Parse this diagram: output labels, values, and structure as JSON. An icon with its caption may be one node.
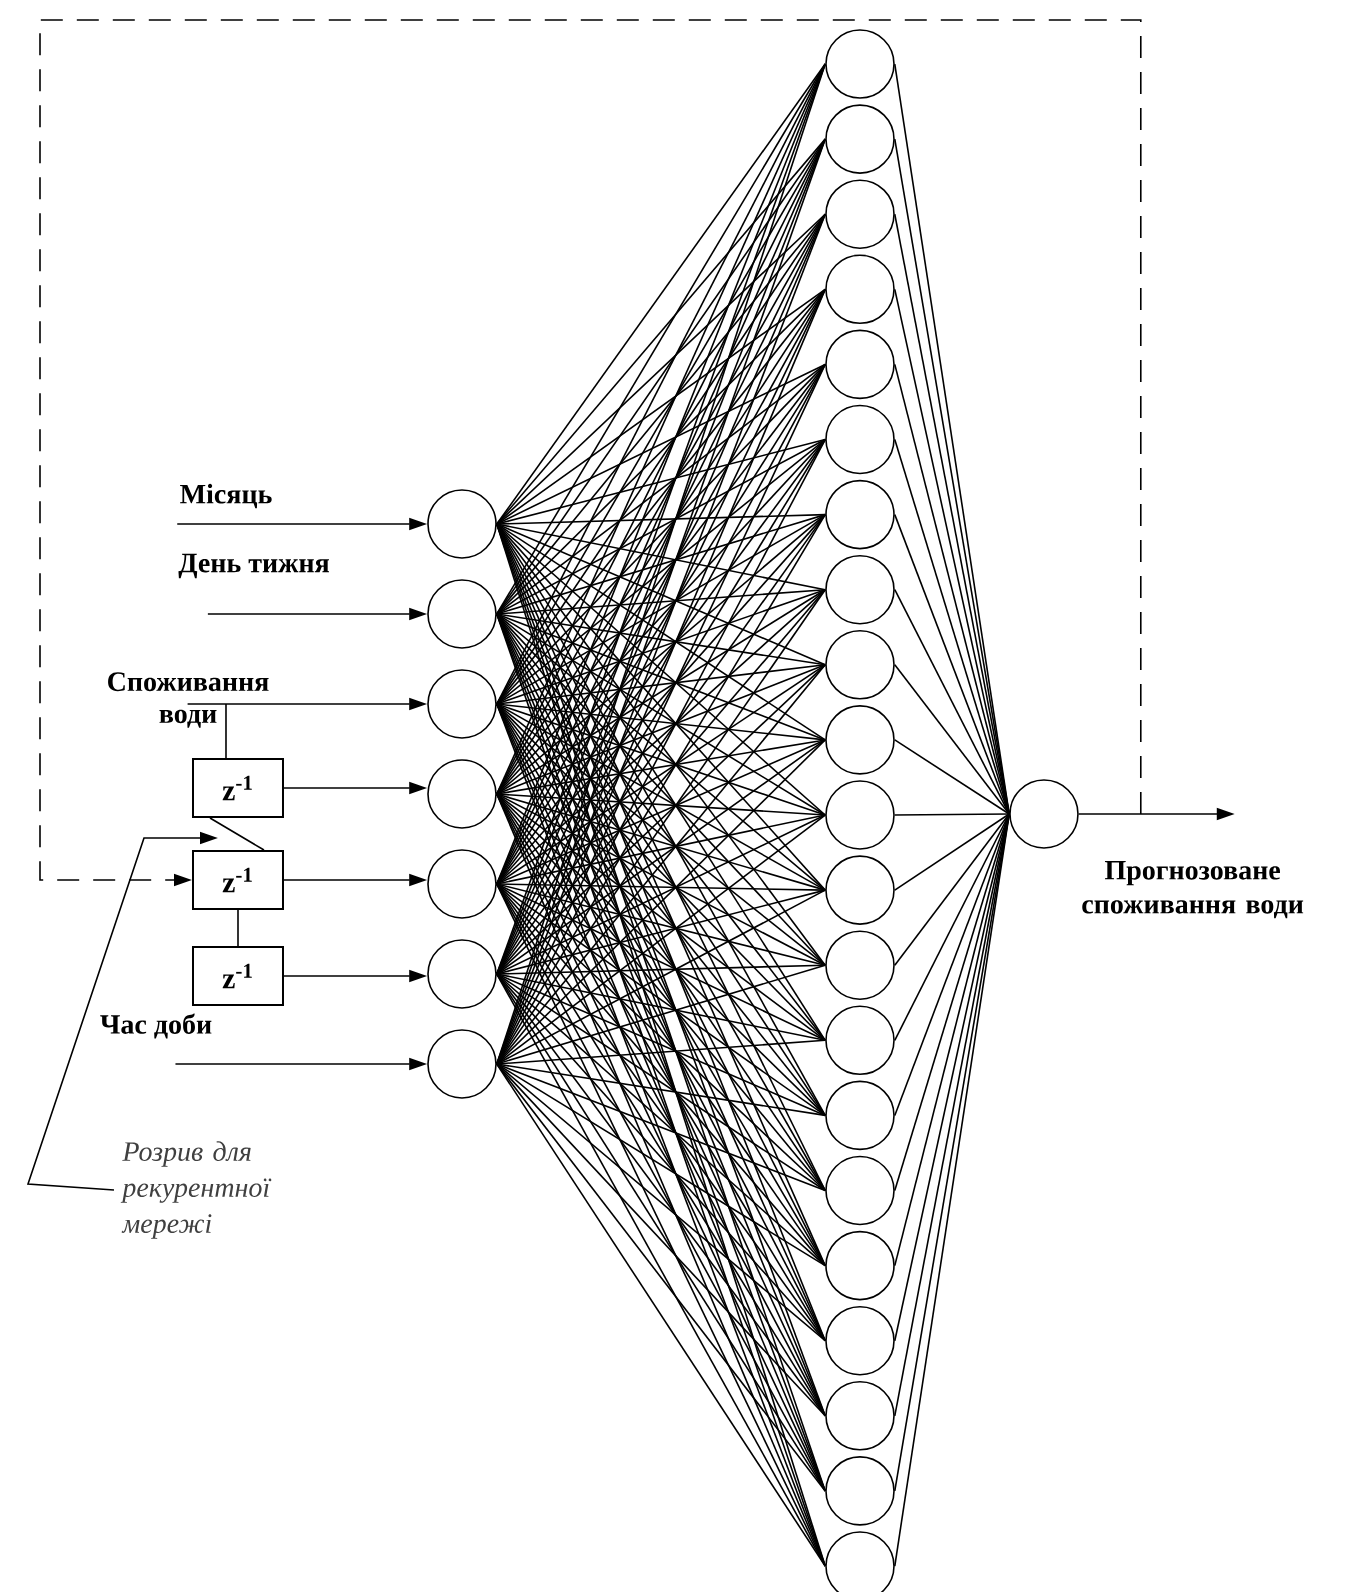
{
  "diagram": {
    "nodes": [
      {
        "text": [
          "Місяць"
        ]
      },
      {
        "text": [
          "День тижня"
        ]
      },
      {
        "text": [
          "Споживання води"
        ]
      },
      {
        "text": [
          "Час доби"
        ]
      },
      {
        "text": [
          "z$^{-1}$"
        ]
      },
      {
        "text": [
          "z$^{-1}$"
        ]
      },
      {
        "text": [
          "z$^{-1}$"
        ]
      },
      {
        "text": [],
        "shape": "circle"
      },
      {
        "text": [],
        "shape": "circle"
      },
      {
        "text": [],
        "shape": "circle"
      },
      {
        "text": [],
        "shape": "circle"
      },
      {
        "text": [],
        "shape": "circle"
      },
      {
        "text": [],
        "shape": "circle"
      },
      {
        "text": [],
        "shape": "circle"
      },
      {
        "text": [],
        "shape": "circle"
      },
      {
        "text": [],
        "shape": "circle"
      },
      {
        "text": [],
        "shape": "circle"
      },
      {
        "text": [],
        "shape": "circle"
      },
      {
        "text": [],
        "shape": "circle"
      },
      {
        "text": [],
        "shape": "circle"
      },
      {
        "text": [],
        "shape": "circle"
      },
      {
        "text": [],
        "shape": "circle"
      },
      {
        "text": [],
        "shape": "circle"
      },
      {
        "text": [],
        "shape": "circle"
      },
      {
        "text": [],
        "shape": "circle"
      },
      {
        "text": [],
        "shape": "circle"
      },
      {
        "text": [],
        "shape": "circle"
      },
      {
        "text": [],
        "shape": "circle"
      },
      {
        "text": [],
        "shape": "circle"
      },
      {
        "text": [],
        "shape": "circle"
      },
      {
        "text": [],
        "shape": "circle"
      },
      {
        "text": [],
        "shape": "circle"
      },
      {
        "text": [],
        "shape": "circle"
      },
      {
        "text": [],
        "shape": "circle"
      },
      {
        "text": [],
        "shape": "circle"
      },
      {
        "text": [],
        "shape": "circle",
        "beside": [
          "Прогнозоване споживання води"
        ]
      },
      {
        "text": [
          "Розрив для рекурентної мережі"
        ]
      }
    ],
    "edges": [
      {
        "from": 0,
        "to": 7,
        "arrow": "to"
      },
      {
        "from": 1,
        "to": 8,
        "arrow": "to"
      },
      {
        "from": 2,
        "to": 9,
        "arrow": "to"
      },
      {
        "from": 2,
        "to": 4,
        "arrow": "none"
      },
      {
        "from": 4,
        "to": 10,
        "arrow": "to"
      },
      {
        "from": 4,
        "to": 5,
        "arrow": "none"
      },
      {
        "from": 5,
        "to": 11,
        "arrow": "to"
      },
      {
        "from": 5,
        "to": 6,
        "arrow": "none"
      },
      {
        "from": 6,
        "to": 12,
        "arrow": "to"
      },
      {
        "from": 3,
        "to": 13,
        "arrow": "to"
      },
      {
        "from": 35,
        "to": null,
        "arrow": "to"
      },
      {
        "from": 35,
        "to": 5,
        "arrow": "to",
        "style": "dashed"
      },
      {
        "from": 36,
        "to": 5,
        "arrow": "to"
      },
      {
        "from": 7,
        "to": 14,
        "arrow": "none"
      },
      {
        "from": 7,
        "to": 15,
        "arrow": "none"
      },
      {
        "from": 7,
        "to": 16,
        "arrow": "none"
      },
      {
        "from": 7,
        "to": 17,
        "arrow": "none"
      },
      {
        "from": 7,
        "to": 18,
        "arrow": "none"
      },
      {
        "from": 7,
        "to": 19,
        "arrow": "none"
      },
      {
        "from": 7,
        "to": 20,
        "arrow": "none"
      },
      {
        "from": 7,
        "to": 21,
        "arrow": "none"
      },
      {
        "from": 7,
        "to": 22,
        "arrow": "none"
      },
      {
        "from": 7,
        "to": 23,
        "arrow": "none"
      },
      {
        "from": 7,
        "to": 24,
        "arrow": "none"
      },
      {
        "from": 7,
        "to": 25,
        "arrow": "none"
      },
      {
        "from": 7,
        "to": 26,
        "arrow": "none"
      },
      {
        "from": 7,
        "to": 27,
        "arrow": "none"
      },
      {
        "from": 7,
        "to": 28,
        "arrow": "none"
      },
      {
        "from": 7,
        "to": 29,
        "arrow": "none"
      },
      {
        "from": 7,
        "to": 30,
        "arrow": "none"
      },
      {
        "from": 7,
        "to": 31,
        "arrow": "none"
      },
      {
        "from": 7,
        "to": 32,
        "arrow": "none"
      },
      {
        "from": 7,
        "to": 33,
        "arrow": "none"
      },
      {
        "from": 7,
        "to": 34,
        "arrow": "none"
      },
      {
        "from": 8,
        "to": 14,
        "arrow": "none"
      },
      {
        "from": 8,
        "to": 15,
        "arrow": "none"
      },
      {
        "from": 8,
        "to": 16,
        "arrow": "none"
      },
      {
        "from": 8,
        "to": 17,
        "arrow": "none"
      },
      {
        "from": 8,
        "to": 18,
        "arrow": "none"
      },
      {
        "from": 8,
        "to": 19,
        "arrow": "none"
      },
      {
        "from": 8,
        "to": 20,
        "arrow": "none"
      },
      {
        "from": 8,
        "to": 21,
        "arrow": "none"
      },
      {
        "from": 8,
        "to": 22,
        "arrow": "none"
      },
      {
        "from": 8,
        "to": 23,
        "arrow": "none"
      },
      {
        "from": 8,
        "to": 24,
        "arrow": "none"
      },
      {
        "from": 8,
        "to": 25,
        "arrow": "none"
      },
      {
        "from": 8,
        "to": 26,
        "arrow": "none"
      },
      {
        "from": 8,
        "to": 27,
        "arrow": "none"
      },
      {
        "from": 8,
        "to": 28,
        "arrow": "none"
      },
      {
        "from": 8,
        "to": 29,
        "arrow": "none"
      },
      {
        "from": 8,
        "to": 30,
        "arrow": "none"
      },
      {
        "from": 8,
        "to": 31,
        "arrow": "none"
      },
      {
        "from": 8,
        "to": 32,
        "arrow": "none"
      },
      {
        "from": 8,
        "to": 33,
        "arrow": "none"
      },
      {
        "from": 8,
        "to": 34,
        "arrow": "none"
      },
      {
        "from": 9,
        "to": 14,
        "arrow": "none"
      },
      {
        "from": 9,
        "to": 15,
        "arrow": "none"
      },
      {
        "from": 9,
        "to": 16,
        "arrow": "none"
      },
      {
        "from": 9,
        "to": 17,
        "arrow": "none"
      },
      {
        "from": 9,
        "to": 18,
        "arrow": "none"
      },
      {
        "from": 9,
        "to": 19,
        "arrow": "none"
      },
      {
        "from": 9,
        "to": 20,
        "arrow": "none"
      },
      {
        "from": 9,
        "to": 21,
        "arrow": "none"
      },
      {
        "from": 9,
        "to": 22,
        "arrow": "none"
      },
      {
        "from": 9,
        "to": 23,
        "arrow": "none"
      },
      {
        "from": 9,
        "to": 24,
        "arrow": "none"
      },
      {
        "from": 9,
        "to": 25,
        "arrow": "none"
      },
      {
        "from": 9,
        "to": 26,
        "arrow": "none"
      },
      {
        "from": 9,
        "to": 27,
        "arrow": "none"
      },
      {
        "from": 9,
        "to": 28,
        "arrow": "none"
      },
      {
        "from": 9,
        "to": 29,
        "arrow": "none"
      },
      {
        "from": 9,
        "to": 30,
        "arrow": "none"
      },
      {
        "from": 9,
        "to": 31,
        "arrow": "none"
      },
      {
        "from": 9,
        "to": 32,
        "arrow": "none"
      },
      {
        "from": 9,
        "to": 33,
        "arrow": "none"
      },
      {
        "from": 9,
        "to": 34,
        "arrow": "none"
      },
      {
        "from": 10,
        "to": 14,
        "arrow": "none"
      },
      {
        "from": 10,
        "to": 15,
        "arrow": "none"
      },
      {
        "from": 10,
        "to": 16,
        "arrow": "none"
      },
      {
        "from": 10,
        "to": 17,
        "arrow": "none"
      },
      {
        "from": 10,
        "to": 18,
        "arrow": "none"
      },
      {
        "from": 10,
        "to": 19,
        "arrow": "none"
      },
      {
        "from": 10,
        "to": 20,
        "arrow": "none"
      },
      {
        "from": 10,
        "to": 21,
        "arrow": "none"
      },
      {
        "from": 10,
        "to": 22,
        "arrow": "none"
      },
      {
        "from": 10,
        "to": 23,
        "arrow": "none"
      },
      {
        "from": 10,
        "to": 24,
        "arrow": "none"
      },
      {
        "from": 10,
        "to": 25,
        "arrow": "none"
      },
      {
        "from": 10,
        "to": 26,
        "arrow": "none"
      },
      {
        "from": 10,
        "to": 27,
        "arrow": "none"
      },
      {
        "from": 10,
        "to": 28,
        "arrow": "none"
      },
      {
        "from": 10,
        "to": 29,
        "arrow": "none"
      },
      {
        "from": 10,
        "to": 30,
        "arrow": "none"
      },
      {
        "from": 10,
        "to": 31,
        "arrow": "none"
      },
      {
        "from": 10,
        "to": 32,
        "arrow": "none"
      },
      {
        "from": 10,
        "to": 33,
        "arrow": "none"
      },
      {
        "from": 10,
        "to": 34,
        "arrow": "none"
      },
      {
        "from": 11,
        "to": 14,
        "arrow": "none"
      },
      {
        "from": 11,
        "to": 15,
        "arrow": "none"
      },
      {
        "from": 11,
        "to": 16,
        "arrow": "none"
      },
      {
        "from": 11,
        "to": 17,
        "arrow": "none"
      },
      {
        "from": 11,
        "to": 18,
        "arrow": "none"
      },
      {
        "from": 11,
        "to": 19,
        "arrow": "none"
      },
      {
        "from": 11,
        "to": 20,
        "arrow": "none"
      },
      {
        "from": 11,
        "to": 21,
        "arrow": "none"
      },
      {
        "from": 11,
        "to": 22,
        "arrow": "none"
      },
      {
        "from": 11,
        "to": 23,
        "arrow": "none"
      },
      {
        "from": 11,
        "to": 24,
        "arrow": "none"
      },
      {
        "from": 11,
        "to": 25,
        "arrow": "none"
      },
      {
        "from": 11,
        "to": 26,
        "arrow": "none"
      },
      {
        "from": 11,
        "to": 27,
        "arrow": "none"
      },
      {
        "from": 11,
        "to": 28,
        "arrow": "none"
      },
      {
        "from": 11,
        "to": 29,
        "arrow": "none"
      },
      {
        "from": 11,
        "to": 30,
        "arrow": "none"
      },
      {
        "from": 11,
        "to": 31,
        "arrow": "none"
      },
      {
        "from": 11,
        "to": 32,
        "arrow": "none"
      },
      {
        "from": 11,
        "to": 33,
        "arrow": "none"
      },
      {
        "from": 11,
        "to": 34,
        "arrow": "none"
      },
      {
        "from": 12,
        "to": 14,
        "arrow": "none"
      },
      {
        "from": 12,
        "to": 15,
        "arrow": "none"
      },
      {
        "from": 12,
        "to": 16,
        "arrow": "none"
      },
      {
        "from": 12,
        "to": 17,
        "arrow": "none"
      },
      {
        "from": 12,
        "to": 18,
        "arrow": "none"
      },
      {
        "from": 12,
        "to": 19,
        "arrow": "none"
      },
      {
        "from": 12,
        "to": 20,
        "arrow": "none"
      },
      {
        "from": 12,
        "to": 21,
        "arrow": "none"
      },
      {
        "from": 12,
        "to": 22,
        "arrow": "none"
      },
      {
        "from": 12,
        "to": 23,
        "arrow": "none"
      },
      {
        "from": 12,
        "to": 24,
        "arrow": "none"
      },
      {
        "from": 12,
        "to": 25,
        "arrow": "none"
      },
      {
        "from": 12,
        "to": 26,
        "arrow": "none"
      },
      {
        "from": 12,
        "to": 27,
        "arrow": "none"
      },
      {
        "from": 12,
        "to": 28,
        "arrow": "none"
      },
      {
        "from": 12,
        "to": 29,
        "arrow": "none"
      },
      {
        "from": 12,
        "to": 30,
        "arrow": "none"
      },
      {
        "from": 12,
        "to": 31,
        "arrow": "none"
      },
      {
        "from": 12,
        "to": 32,
        "arrow": "none"
      },
      {
        "from": 12,
        "to": 33,
        "arrow": "none"
      },
      {
        "from": 12,
        "to": 34,
        "arrow": "none"
      },
      {
        "from": 13,
        "to": 14,
        "arrow": "none"
      },
      {
        "from": 13,
        "to": 15,
        "arrow": "none"
      },
      {
        "from": 13,
        "to": 16,
        "arrow": "none"
      },
      {
        "from": 13,
        "to": 17,
        "arrow": "none"
      },
      {
        "from": 13,
        "to": 18,
        "arrow": "none"
      },
      {
        "from": 13,
        "to": 19,
        "arrow": "none"
      },
      {
        "from": 13,
        "to": 20,
        "arrow": "none"
      },
      {
        "from": 13,
        "to": 21,
        "arrow": "none"
      },
      {
        "from": 13,
        "to": 22,
        "arrow": "none"
      },
      {
        "from": 13,
        "to": 23,
        "arrow": "none"
      },
      {
        "from": 13,
        "to": 24,
        "arrow": "none"
      },
      {
        "from": 13,
        "to": 25,
        "arrow": "none"
      },
      {
        "from": 13,
        "to": 26,
        "arrow": "none"
      },
      {
        "from": 13,
        "to": 27,
        "arrow": "none"
      },
      {
        "from": 13,
        "to": 28,
        "arrow": "none"
      },
      {
        "from": 13,
        "to": 29,
        "arrow": "none"
      },
      {
        "from": 13,
        "to": 30,
        "arrow": "none"
      },
      {
        "from": 13,
        "to": 31,
        "arrow": "none"
      },
      {
        "from": 13,
        "to": 32,
        "arrow": "none"
      },
      {
        "from": 13,
        "to": 33,
        "arrow": "none"
      },
      {
        "from": 13,
        "to": 34,
        "arrow": "none"
      },
      {
        "from": 14,
        "to": 35,
        "arrow": "none"
      },
      {
        "from": 15,
        "to": 35,
        "arrow": "none"
      },
      {
        "from": 16,
        "to": 35,
        "arrow": "none"
      },
      {
        "from": 17,
        "to": 35,
        "arrow": "none"
      },
      {
        "from": 18,
        "to": 35,
        "arrow": "none"
      },
      {
        "from": 19,
        "to": 35,
        "arrow": "none"
      },
      {
        "from": 20,
        "to": 35,
        "arrow": "none"
      },
      {
        "from": 21,
        "to": 35,
        "arrow": "none"
      },
      {
        "from": 22,
        "to": 35,
        "arrow": "none"
      },
      {
        "from": 23,
        "to": 35,
        "arrow": "none"
      },
      {
        "from": 24,
        "to": 35,
        "arrow": "none"
      },
      {
        "from": 25,
        "to": 35,
        "arrow": "none"
      },
      {
        "from": 26,
        "to": 35,
        "arrow": "none"
      },
      {
        "from": 27,
        "to": 35,
        "arrow": "none"
      },
      {
        "from": 28,
        "to": 35,
        "arrow": "none"
      },
      {
        "from": 29,
        "to": 35,
        "arrow": "none"
      },
      {
        "from": 30,
        "to": 35,
        "arrow": "none"
      },
      {
        "from": 31,
        "to": 35,
        "arrow": "none"
      },
      {
        "from": 32,
        "to": 35,
        "arrow": "none"
      },
      {
        "from": 33,
        "to": 35,
        "arrow": "none"
      },
      {
        "from": 34,
        "to": 35,
        "arrow": "none"
      }
    ]
  }
}
